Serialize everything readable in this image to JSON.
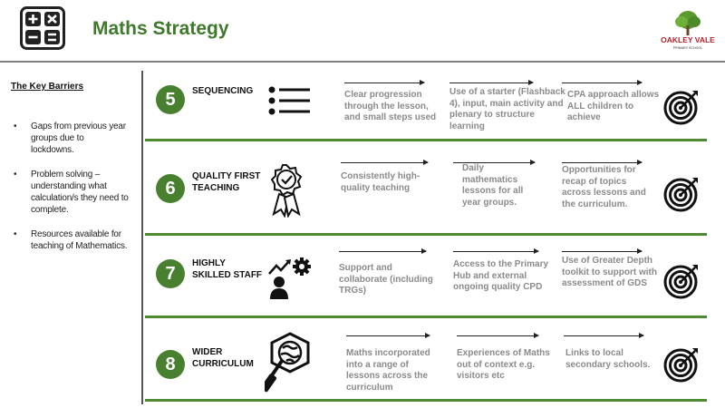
{
  "header": {
    "title": "Maths Strategy",
    "school_logo_text": "OAKLEY VALE",
    "school_logo_subtext": "PRIMARY SCHOOL"
  },
  "sidebar": {
    "title": "The Key Barriers",
    "items": [
      "Gaps from previous year groups due to lockdowns.",
      "Problem solving – understanding what calculation/s they need to complete.",
      "Resources available for teaching of Mathematics."
    ]
  },
  "rows": [
    {
      "number": "5",
      "label": "SEQUENCING",
      "icon": "list-icon",
      "steps": [
        "Clear progression through the lesson, and small steps used",
        "Use of a starter (Flashback 4), input, main activity and plenary to structure learning",
        "CPA approach allows ALL children to achieve"
      ]
    },
    {
      "number": "6",
      "label": "QUALITY FIRST TEACHING",
      "icon": "award-ribbon-icon",
      "steps": [
        "Consistently high-quality teaching",
        "Daily mathematics lessons for all year groups.",
        "Opportunities for recap of topics across lessons and the curriculum."
      ]
    },
    {
      "number": "7",
      "label": "HIGHLY SKILLED STAFF",
      "icon": "person-growth-gear-icon",
      "steps": [
        "Support and collaborate (including TRGs)",
        "Access to the Primary Hub and external ongoing quality CPD",
        "Use of Greater Depth toolkit to support with assessment of GDS"
      ]
    },
    {
      "number": "8",
      "label": "WIDER CURRICULUM",
      "icon": "globe-magnifier-icon",
      "steps": [
        "Maths incorporated into a range of lessons across the curriculum",
        "Experiences of Maths out of context e.g. visitors etc",
        "Links to local secondary schools."
      ]
    }
  ],
  "colors": {
    "accent_green": "#48802f",
    "title_green": "#3f7a2c",
    "step_text": "#8a8a8a"
  }
}
